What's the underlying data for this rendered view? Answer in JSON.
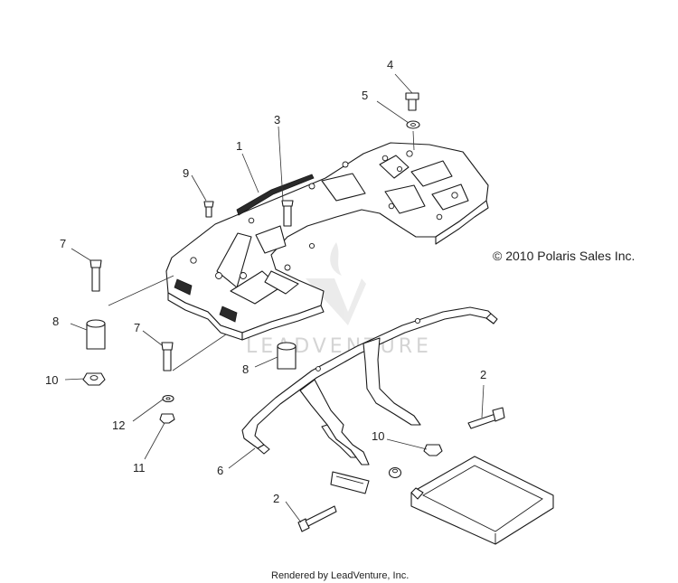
{
  "copyright": "© 2010 Polaris Sales Inc.",
  "watermark": "LEADVENTURE",
  "footer": "Rendered by LeadVenture, Inc.",
  "callouts": {
    "c1": "1",
    "c2a": "2",
    "c2b": "2",
    "c3": "3",
    "c4": "4",
    "c5": "5",
    "c6": "6",
    "c7a": "7",
    "c7b": "7",
    "c8a": "8",
    "c8b": "8",
    "c9": "9",
    "c10a": "10",
    "c10b": "10",
    "c11": "11",
    "c12": "12"
  },
  "colors": {
    "line": "#1a1a1a",
    "watermark": "#d4d4d4",
    "background": "#ffffff"
  }
}
